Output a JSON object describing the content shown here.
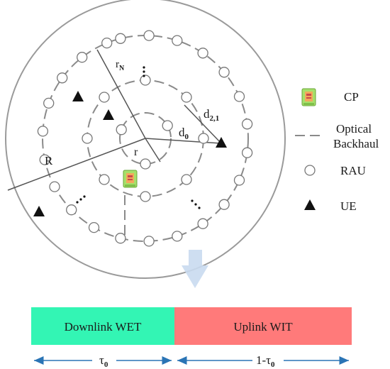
{
  "diagram": {
    "labels": {
      "R": "R",
      "r": "r",
      "rN_main": "r",
      "rN_sub": "N",
      "d0_main": "d",
      "d0_sub": "0",
      "d21_main": "d",
      "d21_sub": "2,1",
      "dots": "..."
    },
    "legend": {
      "cp": "CP",
      "backhaul_line1": "Optical",
      "backhaul_line2": "Backhaul",
      "rau": "RAU",
      "ue": "UE"
    },
    "timeline": {
      "downlink": "Downlink WET",
      "uplink": "Uplink WIT",
      "tau0_main": "τ",
      "tau0_sub": "0",
      "one_minus_tau0_main": "1-τ",
      "one_minus_tau0_sub": "0"
    },
    "colors": {
      "downlink": "#33f5b4",
      "uplink": "#ff7a7a",
      "arrow": "#2a74b5",
      "ring": "#8a8a8a",
      "outer": "#9a9a9a",
      "down_arrow": "#c9daf0"
    }
  }
}
